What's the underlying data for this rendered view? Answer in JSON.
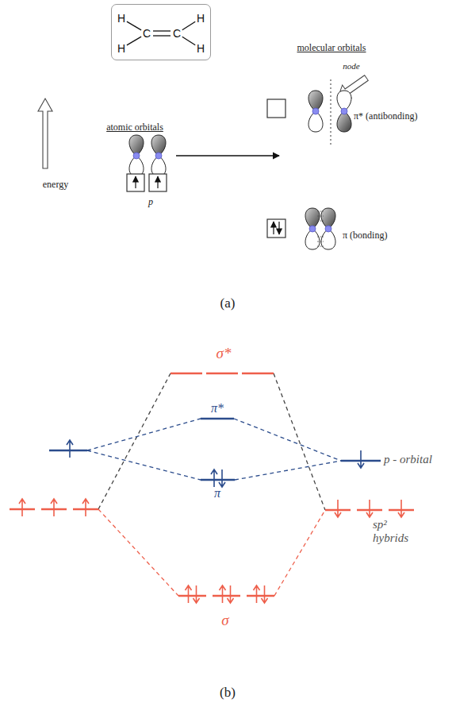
{
  "diagram": {
    "nodes": [
      {
        "text": [
          "H",
          "H",
          "C",
          "C",
          "H",
          "H"
        ]
      }
    ],
    "labels": [
      "energy",
      "atomic orbitals",
      "p",
      "molecular orbitals",
      "node",
      "π* (antibonding)",
      "π (bonding)",
      "(a)",
      "σ*",
      "π*",
      "π",
      "p - orbital",
      "sp² hybrids",
      "σ",
      "(b)"
    ]
  }
}
